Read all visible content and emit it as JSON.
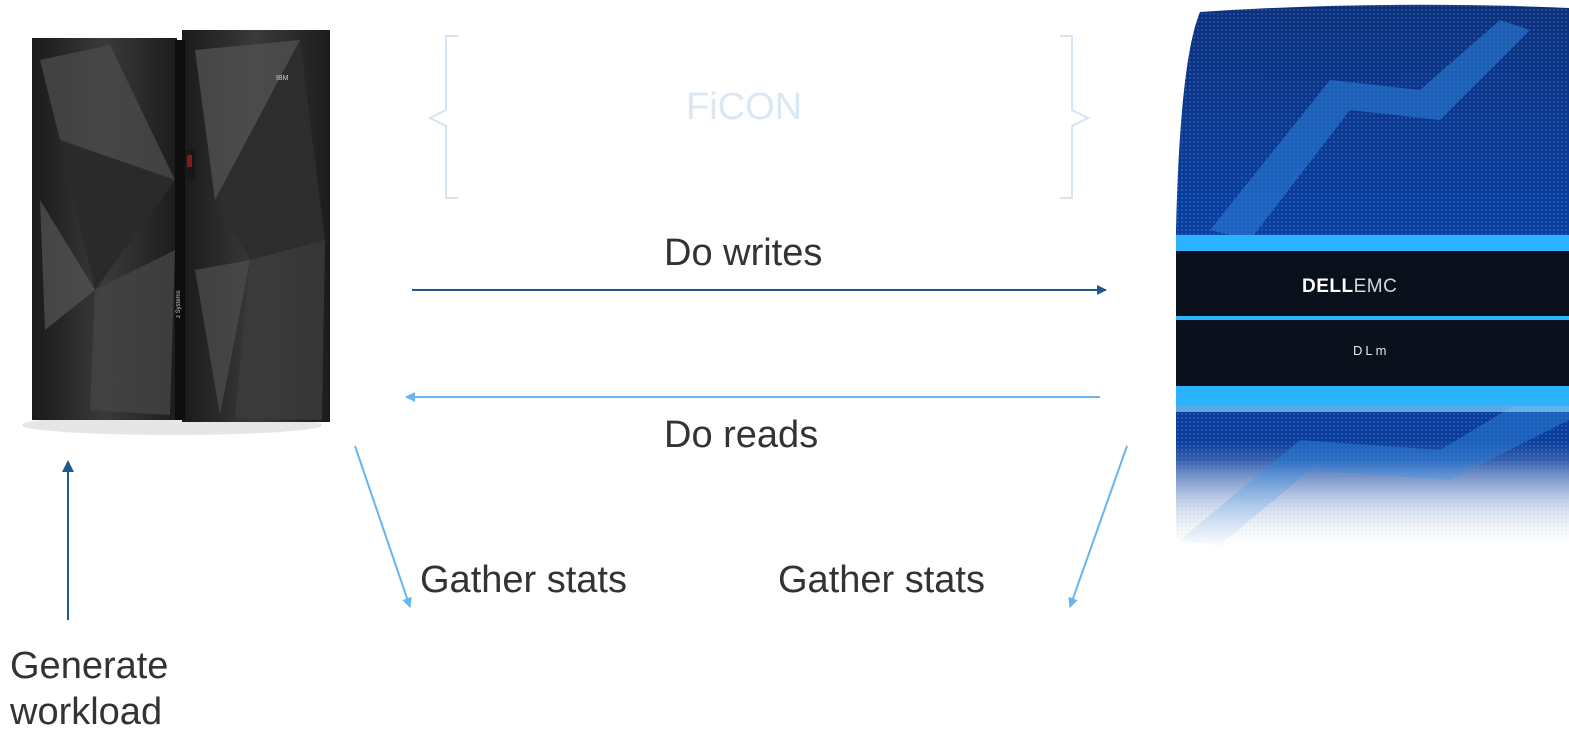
{
  "mainframe": {
    "brand": "IBM",
    "side_text": "z Systems"
  },
  "storage": {
    "brand_bold": "DELL",
    "brand_regular": "EMC",
    "model": "DLm"
  },
  "connection": {
    "label": "FiCON"
  },
  "arrows": {
    "writes_label": "Do writes",
    "reads_label": "Do reads",
    "gather_left_label": "Gather stats",
    "gather_right_label": "Gather stats",
    "workload_label_line1": "Generate",
    "workload_label_line2": "workload"
  },
  "colors": {
    "dark_arrow": "#1f5a8c",
    "light_arrow": "#6ab4ee",
    "bracket": "#d5e4f2",
    "label_text": "#333333",
    "storage_glow": "#2ab2ff"
  }
}
